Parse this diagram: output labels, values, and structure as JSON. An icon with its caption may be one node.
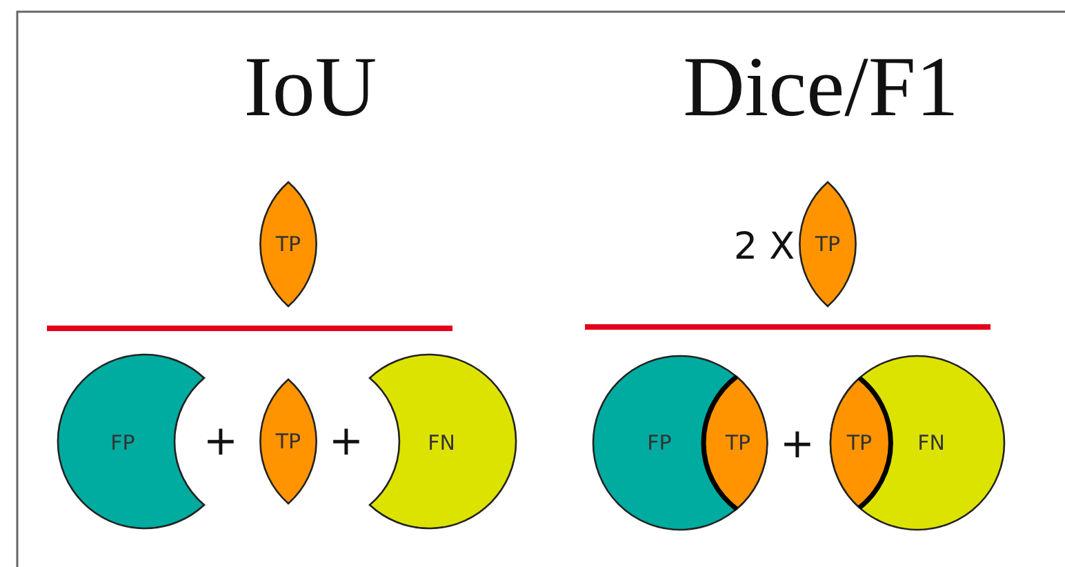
{
  "diagram": {
    "nodes": [
      {
        "text": [
          "TP"
        ]
      },
      {
        "text": [
          "TP"
        ]
      },
      {
        "text": [
          "FP"
        ]
      },
      {
        "text": [
          "TP"
        ]
      },
      {
        "text": [
          "FN"
        ]
      },
      {
        "text": [
          "FP"
        ]
      },
      {
        "text": [
          "TP"
        ],
        "in": 5
      },
      {
        "text": [
          "FN"
        ]
      },
      {
        "text": [
          "TP"
        ],
        "in": 7
      }
    ],
    "labels": [
      "IoU",
      "Dice/F1",
      "2 X",
      "+",
      "+",
      "+"
    ]
  }
}
